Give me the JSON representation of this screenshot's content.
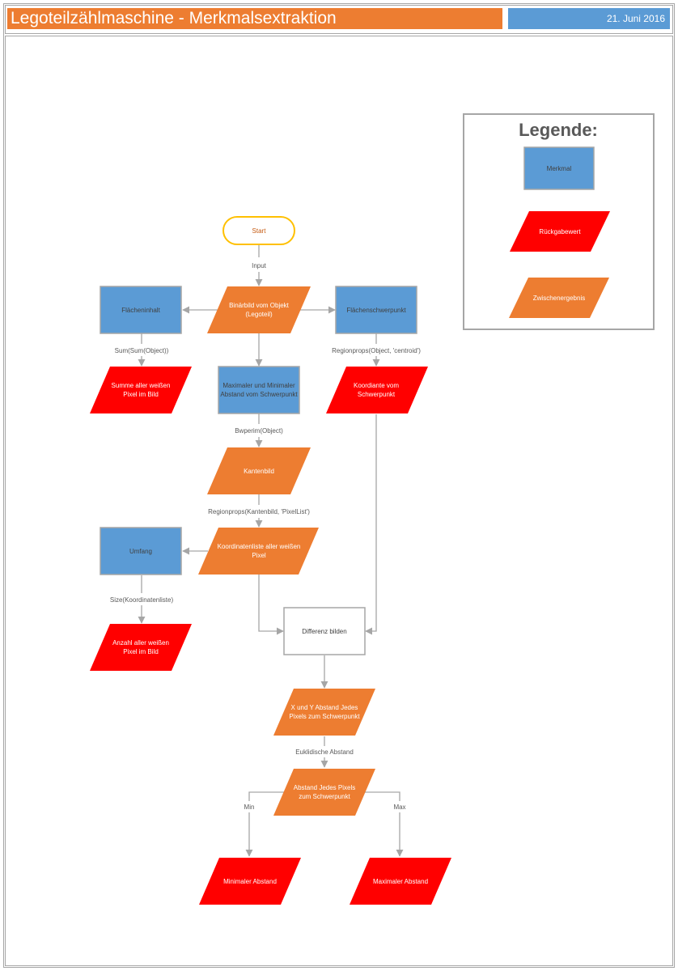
{
  "header": {
    "title": "Legoteilzählmaschine - Merkmalsextraktion",
    "date": "21. Juni 2016"
  },
  "legend": {
    "title": "Legende:",
    "items": [
      {
        "label": "Merkmal",
        "color": "#5b9bd5"
      },
      {
        "label": "Rückgabewert",
        "color": "#ff0000"
      },
      {
        "label": "Zwischenergebnis",
        "color": "#ed7d31"
      }
    ]
  },
  "colors": {
    "merkmal": "#5b9bd5",
    "rueckgabewert": "#ff0000",
    "zwischenergebnis": "#ed7d31",
    "start_border": "#ffc000",
    "start_text": "#c55a11",
    "connector": "#a6a6a6"
  },
  "nodes": {
    "start": "Start",
    "binaerbild": "Binärbild vom Objekt (Legoteil)",
    "flaecheninhalt": "Flächeninhalt",
    "flaechenschwerpunkt": "Flächenschwerpunkt",
    "summe": "Summe aller weißen Pixel im Bild",
    "max_min_abstand": "Maximaler und Minimaler Abstand vom Schwerpunkt",
    "koordinate_schwerpunkt": "Koordiante vom Schwerpunkt",
    "kantenbild": "Kantenbild",
    "koordinatenliste": "Koordinatenliste aller weißen Pixel",
    "umfang": "Umfang",
    "anzahl": "Anzahl aller weißen Pixel im Bild",
    "differenz": "Differenz bilden",
    "xy_abstand": "X und Y Abstand Jedes Pixels zum Schwerpunkt",
    "abstand_jedes": "Abstand Jedes Pixels zum Schwerpunkt",
    "minimaler": "Minimaler Abstand",
    "maximaler": "Maximaler Abstand"
  },
  "edges": {
    "input": "Input",
    "sum": "Sum(Sum(Object))",
    "regionprops_centroid": "Regionprops(Object, 'centroid')",
    "bwperim": "Bwperim(Object)",
    "regionprops_pixellist": "Regionprops(Kantenbild, 'PixelList')",
    "size": "Size(Koordinatenliste)",
    "euklidisch": "Euklidische Abstand",
    "min": "Min",
    "max": "Max"
  }
}
